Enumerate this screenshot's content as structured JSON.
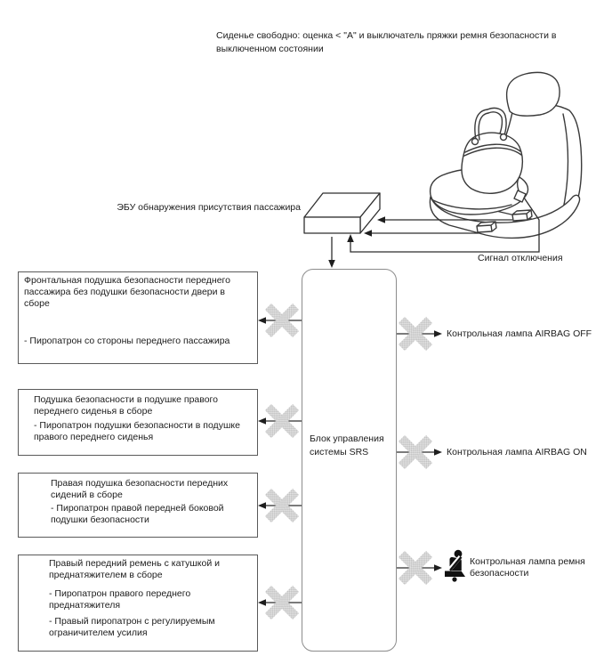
{
  "note": "Сиденье свободно: оценка < \"А\" и выключатель пряжки ремня безопасности в\nвыключенном состоянии",
  "ecu": {
    "label": "ЭБУ обнаружения присутствия пассажира"
  },
  "signal": {
    "label": "Сигнал отключения"
  },
  "srs_block": {
    "label": "Блок управления\nсистемы SRS"
  },
  "components": [
    {
      "title": "Фронтальная подушка безопасности переднего\nпассажира без подушки безопасности двери в\nсборе",
      "item1": "- Пиропатрон со стороны переднего пассажира"
    },
    {
      "title": "Подушка безопасности в подушке правого\nпереднего сиденья в сборе",
      "item1": "- Пиропатрон подушки безопасности в подушке\nправого переднего сиденья"
    },
    {
      "title": "Правая подушка безопасности передних\nсидений в сборе",
      "item1": "- Пиропатрон правой передней боковой\nподушки безопасности"
    },
    {
      "title": "Правый передний ремень с катушкой и\nпреднатяжителем в сборе",
      "item1": "- Пиропатрон правого переднего\nпреднатяжителя",
      "item2": "- Правый пиропатрон с регулируемым\nограничителем усилия"
    }
  ],
  "indicators": [
    {
      "label": "Контрольная лампа AIRBAG OFF"
    },
    {
      "label": "Контрольная лампа AIRBAG ON"
    },
    {
      "label": "Контрольная лампа ремня\nбезопасности",
      "icon": "seatbelt-warning-icon"
    }
  ],
  "colors": {
    "line": "#2f2f2f",
    "box_border": "#5a5a5a",
    "block_border": "#8c8c8c",
    "xmark_fill": "#c8c8c8",
    "icon_fill": "#111111"
  }
}
